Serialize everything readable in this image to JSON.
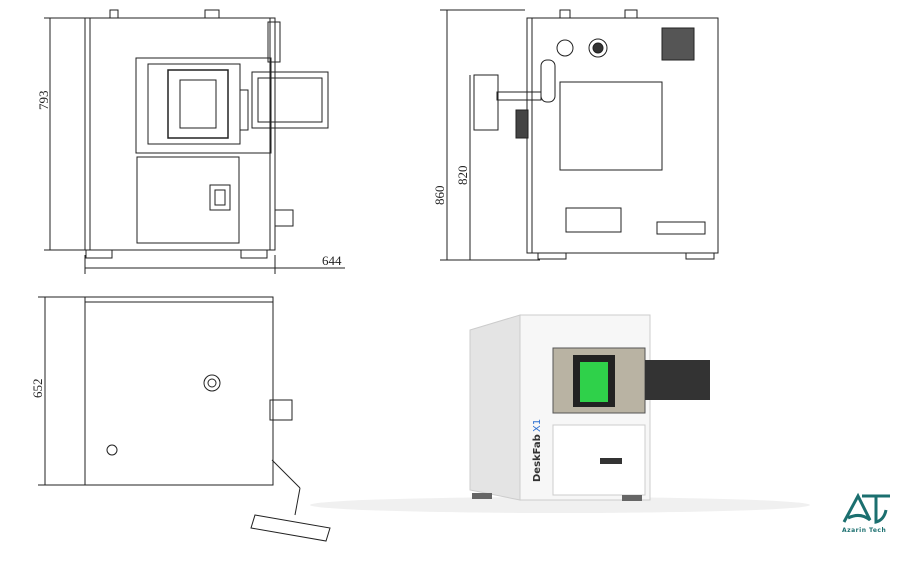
{
  "dimensions": {
    "front_height": "793",
    "front_width": "644",
    "side_height_total": "860",
    "side_height_body": "820",
    "top_depth": "652"
  },
  "product": {
    "name": "DeskFab",
    "model": "X1",
    "screen_color": "#2fd14a"
  },
  "logo": {
    "text": "Azarin Tech",
    "color": "#1b6f6f"
  }
}
